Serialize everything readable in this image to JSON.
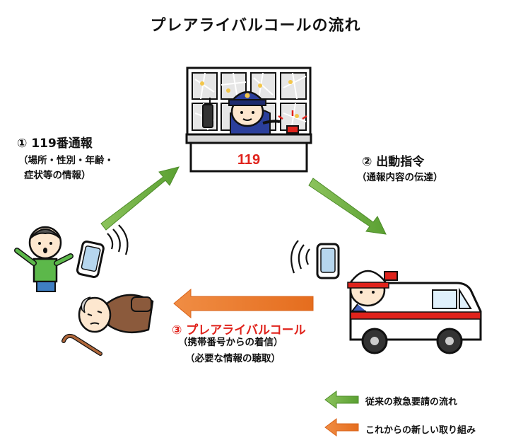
{
  "title": "プレアライバルコールの流れ",
  "step1": {
    "title": "① 119番通報",
    "detail_line1": "（場所・性別・年齢・",
    "detail_line2": "症状等の情報）"
  },
  "step2": {
    "title": "② 出動指令",
    "detail": "（通報内容の伝達）"
  },
  "step3": {
    "title": "③ プレアライバルコール",
    "detail_line1": "（携帯番号からの着信）",
    "detail_line2": "（必要な情報の聴取）"
  },
  "dispatch_sign": "119",
  "legend": [
    {
      "label": "従来の救急要請の流れ",
      "color": "#6cb33f"
    },
    {
      "label": "これからの新しい取り組み",
      "color": "#ee7d2c"
    }
  ],
  "colors": {
    "green_arrow": "#6cb33f",
    "orange_arrow": "#ee7d2c",
    "accent_red": "#e0231c"
  }
}
